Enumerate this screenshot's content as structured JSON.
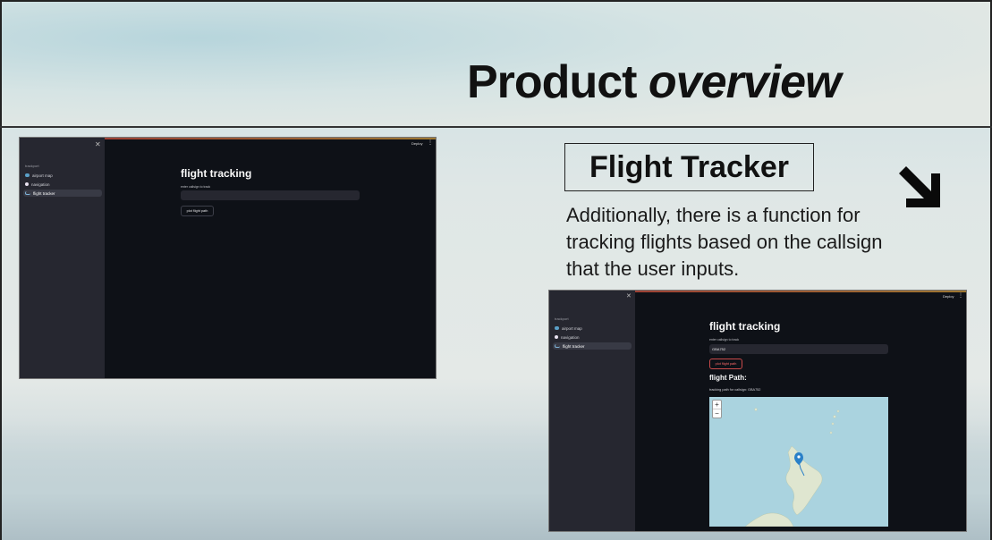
{
  "slide": {
    "title_main": "Product",
    "title_italic": "overview"
  },
  "feature": {
    "heading": "Flight Tracker",
    "description": "Additionally, there is a function for tracking flights based on the callsign that the user inputs."
  },
  "app_left": {
    "deploy_label": "Deploy",
    "sidebar": {
      "section": "trackport",
      "items": [
        {
          "label": "airport map",
          "icon": "map-icon"
        },
        {
          "label": "navigation",
          "icon": "compass-icon"
        },
        {
          "label": "flight tracker",
          "icon": "chart-icon"
        }
      ]
    },
    "page_title": "flight tracking",
    "input_label": "enter callsign to track",
    "input_value": "",
    "button_label": "plot flight path"
  },
  "app_right": {
    "deploy_label": "Deploy",
    "sidebar": {
      "section": "trackport",
      "items": [
        {
          "label": "airport map",
          "icon": "map-icon"
        },
        {
          "label": "navigation",
          "icon": "compass-icon"
        },
        {
          "label": "flight tracker",
          "icon": "chart-icon"
        }
      ]
    },
    "page_title": "flight tracking",
    "input_label": "enter callsign to track",
    "input_value": "GBA752",
    "button_label": "plot flight path",
    "path_heading": "flight Path:",
    "path_caption": "tracking path for callsign: GBA752",
    "map": {
      "zoom_in": "+",
      "zoom_out": "−"
    }
  },
  "colors": {
    "app_bg": "#0e1117",
    "sidebar_bg": "#262730",
    "accent": "#ff4b4b",
    "sea": "#aad3df",
    "land": "#dfe6d0"
  }
}
